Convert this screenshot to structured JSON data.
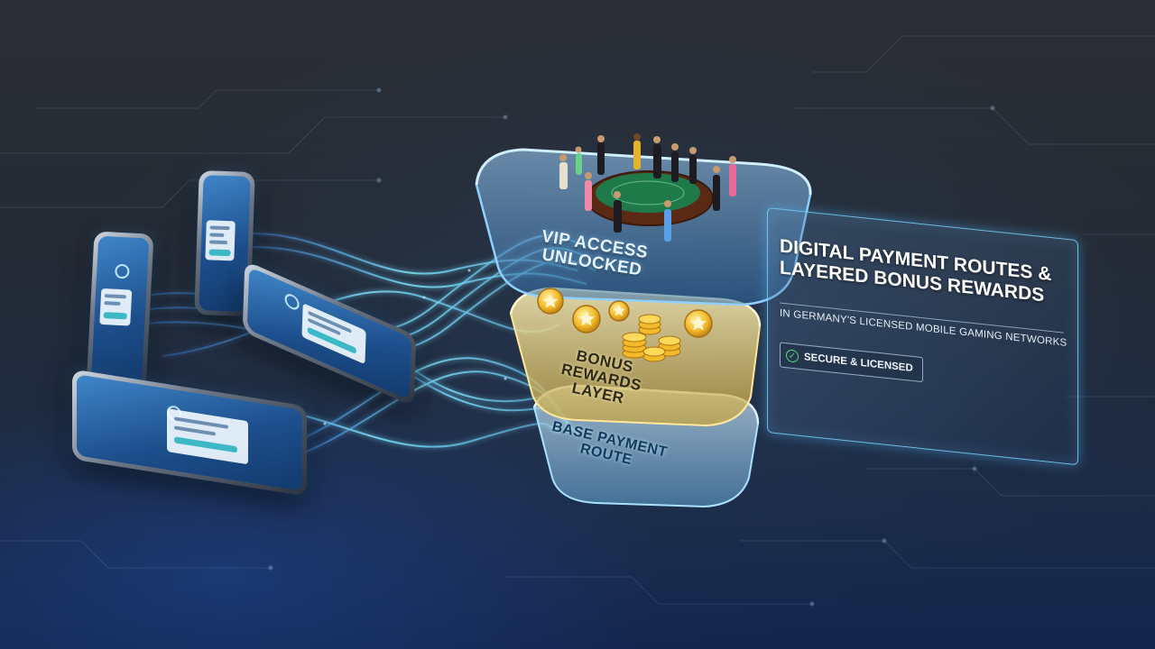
{
  "tiers": {
    "vip": {
      "label": "VIP ACCESS UNLOCKED"
    },
    "bonus": {
      "label": "BONUS REWARDS LAYER"
    },
    "base": {
      "label": "BASE PAYMENT ROUTE"
    }
  },
  "info_panel": {
    "title": "DIGITAL PAYMENT ROUTES & LAYERED BONUS REWARDS",
    "subtitle": "IN GERMANY'S LICENSED MOBILE GAMING NETWORKS",
    "badge": {
      "label": "SECURE & LICENSED",
      "icon": "check-circle-icon"
    }
  },
  "colors": {
    "stream": "#5fc8ff",
    "vip_glass": "#7fc4ff",
    "bonus_glass": "#f4d77a",
    "base_glass": "#a6dcff",
    "coin": "#f2b928",
    "badge_check": "#58d67c"
  },
  "devices": [
    "phone-left",
    "phone-top",
    "phone-tilted",
    "tablet"
  ]
}
